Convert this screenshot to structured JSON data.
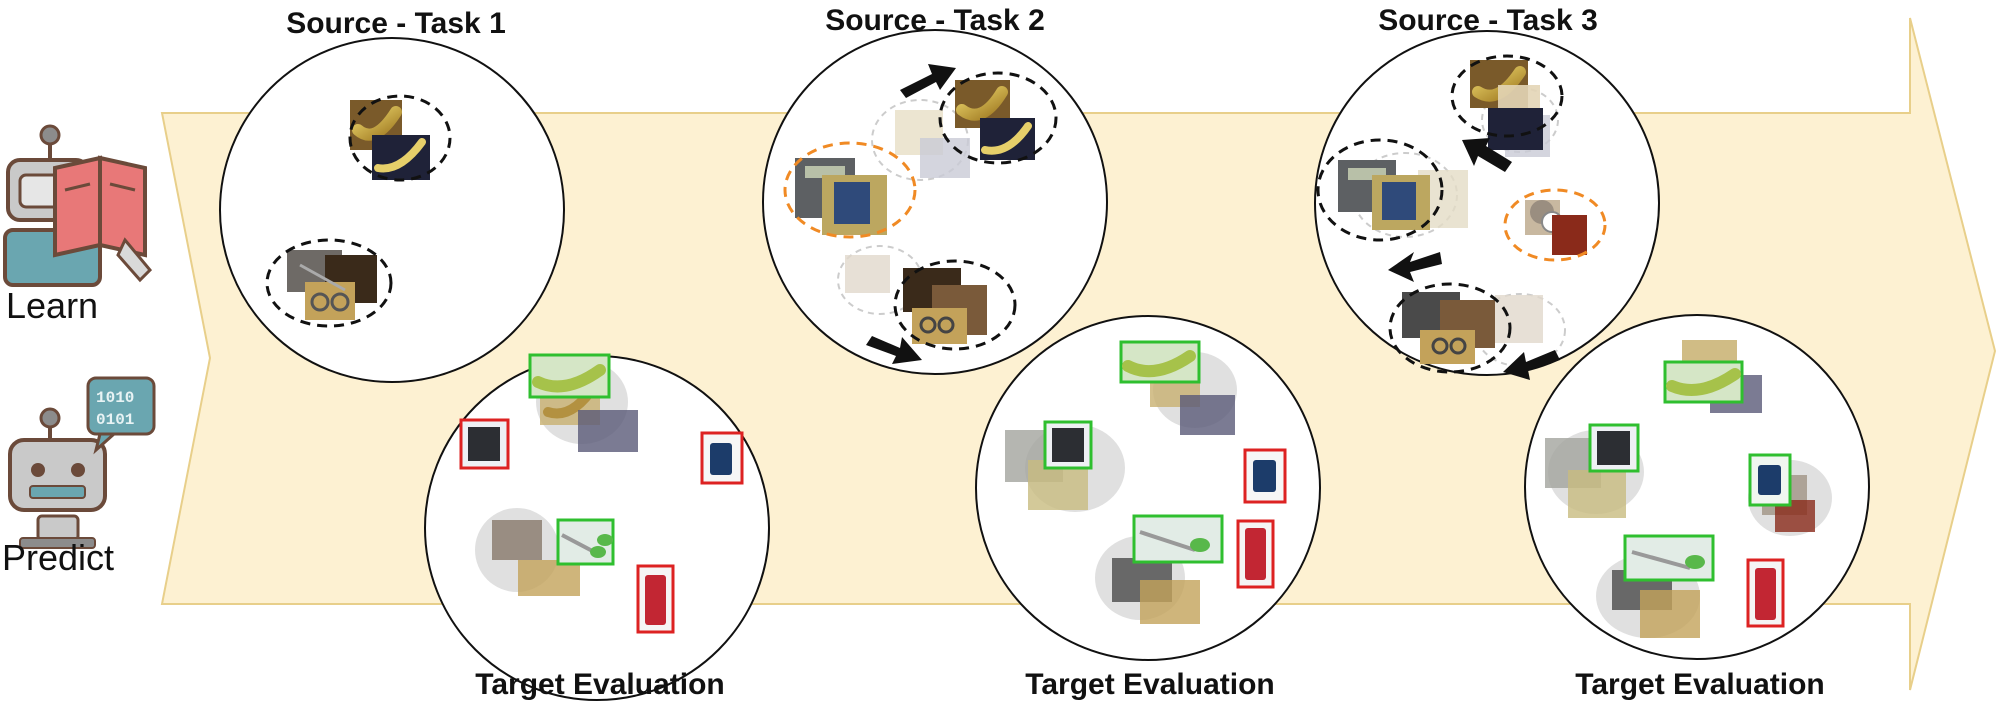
{
  "side_labels": {
    "learn": "Learn",
    "predict": "Predict"
  },
  "tasks": [
    {
      "source_title": "Source - Task 1",
      "target_title": "Target Evaluation"
    },
    {
      "source_title": "Source - Task 2",
      "target_title": "Target Evaluation"
    },
    {
      "source_title": "Source - Task 3",
      "target_title": "Target Evaluation"
    }
  ],
  "colors": {
    "arrow_fill": "#fdf1d2",
    "arrow_stroke": "#e8cf8a",
    "known_class_ring": "#111111",
    "new_class_ring": "#f08a24",
    "correct_box": "#2fbf2f",
    "wrong_box": "#dd2222"
  },
  "icons": {
    "learn": "robot-reading-book-icon",
    "predict": "robot-binary-speech-icon"
  },
  "object_classes": [
    "banana",
    "scissors",
    "calculator",
    "mug",
    "soda-can"
  ]
}
